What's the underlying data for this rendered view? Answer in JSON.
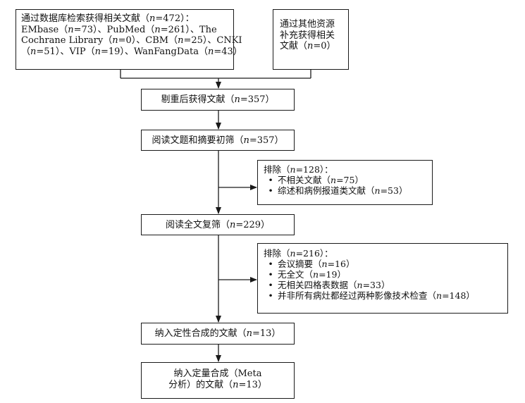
{
  "boxes": {
    "identified_db": {
      "line1": "通过数据库检索获得相关文献（",
      "n1": "n",
      "line1b": "=472）：",
      "line2": "EMbase（",
      "line2n": "n",
      "line2b": "=73）、PubMed（",
      "line2n2": "n",
      "line2c": "=261）、The",
      "line3": "Cochrane Library（",
      "line3n": "n",
      "line3b": "=0）、CBM（",
      "line3n2": "n",
      "line3c": "=25）、CNKI",
      "line4": "（",
      "line4n": "n",
      "line4b": "=51）、VIP（",
      "line4n2": "n",
      "line4c": "=19）、WanFangData（",
      "line4n3": "n",
      "line4d": "=43）"
    },
    "identified_other": {
      "line1": "通过其他资源",
      "line2": "补充获得相关",
      "line3a": "文献（",
      "line3n": "n",
      "line3b": "=0）"
    },
    "dedup": {
      "a": "剔重后获得文献（",
      "n": "n",
      "b": "=357）"
    },
    "screen": {
      "a": "阅读文题和摘要初筛（",
      "n": "n",
      "b": "=357）"
    },
    "excl1": {
      "head_a": "排除（",
      "head_n": "n",
      "head_b": "=128）：",
      "bullet": "•",
      "items": [
        {
          "a": "不相关文献（",
          "n": "n",
          "b": "=75）"
        },
        {
          "a": "综述和病例报道类文献（",
          "n": "n",
          "b": "=53）"
        }
      ]
    },
    "fulltext": {
      "a": "阅读全文复筛（",
      "n": "n",
      "b": "=229）"
    },
    "excl2": {
      "head_a": "排除（",
      "head_n": "n",
      "head_b": "=216）：",
      "bullet": "•",
      "items": [
        {
          "a": "会议摘要（",
          "n": "n",
          "b": "=16）"
        },
        {
          "a": "无全文（",
          "n": "n",
          "b": "=19）"
        },
        {
          "a": "无相关四格表数据（",
          "n": "n",
          "b": "=33）"
        },
        {
          "a": "并非所有病灶都经过两种影像技术检查（",
          "n": "n",
          "b": "=148）"
        }
      ]
    },
    "qualitative": {
      "a": "纳入定性合成的文献（",
      "n": "n",
      "b": "=13）"
    },
    "quantitative": {
      "line1": "纳入定量合成（Meta",
      "line2a": "分析）的文献（",
      "line2n": "n",
      "line2b": "=13）"
    }
  }
}
